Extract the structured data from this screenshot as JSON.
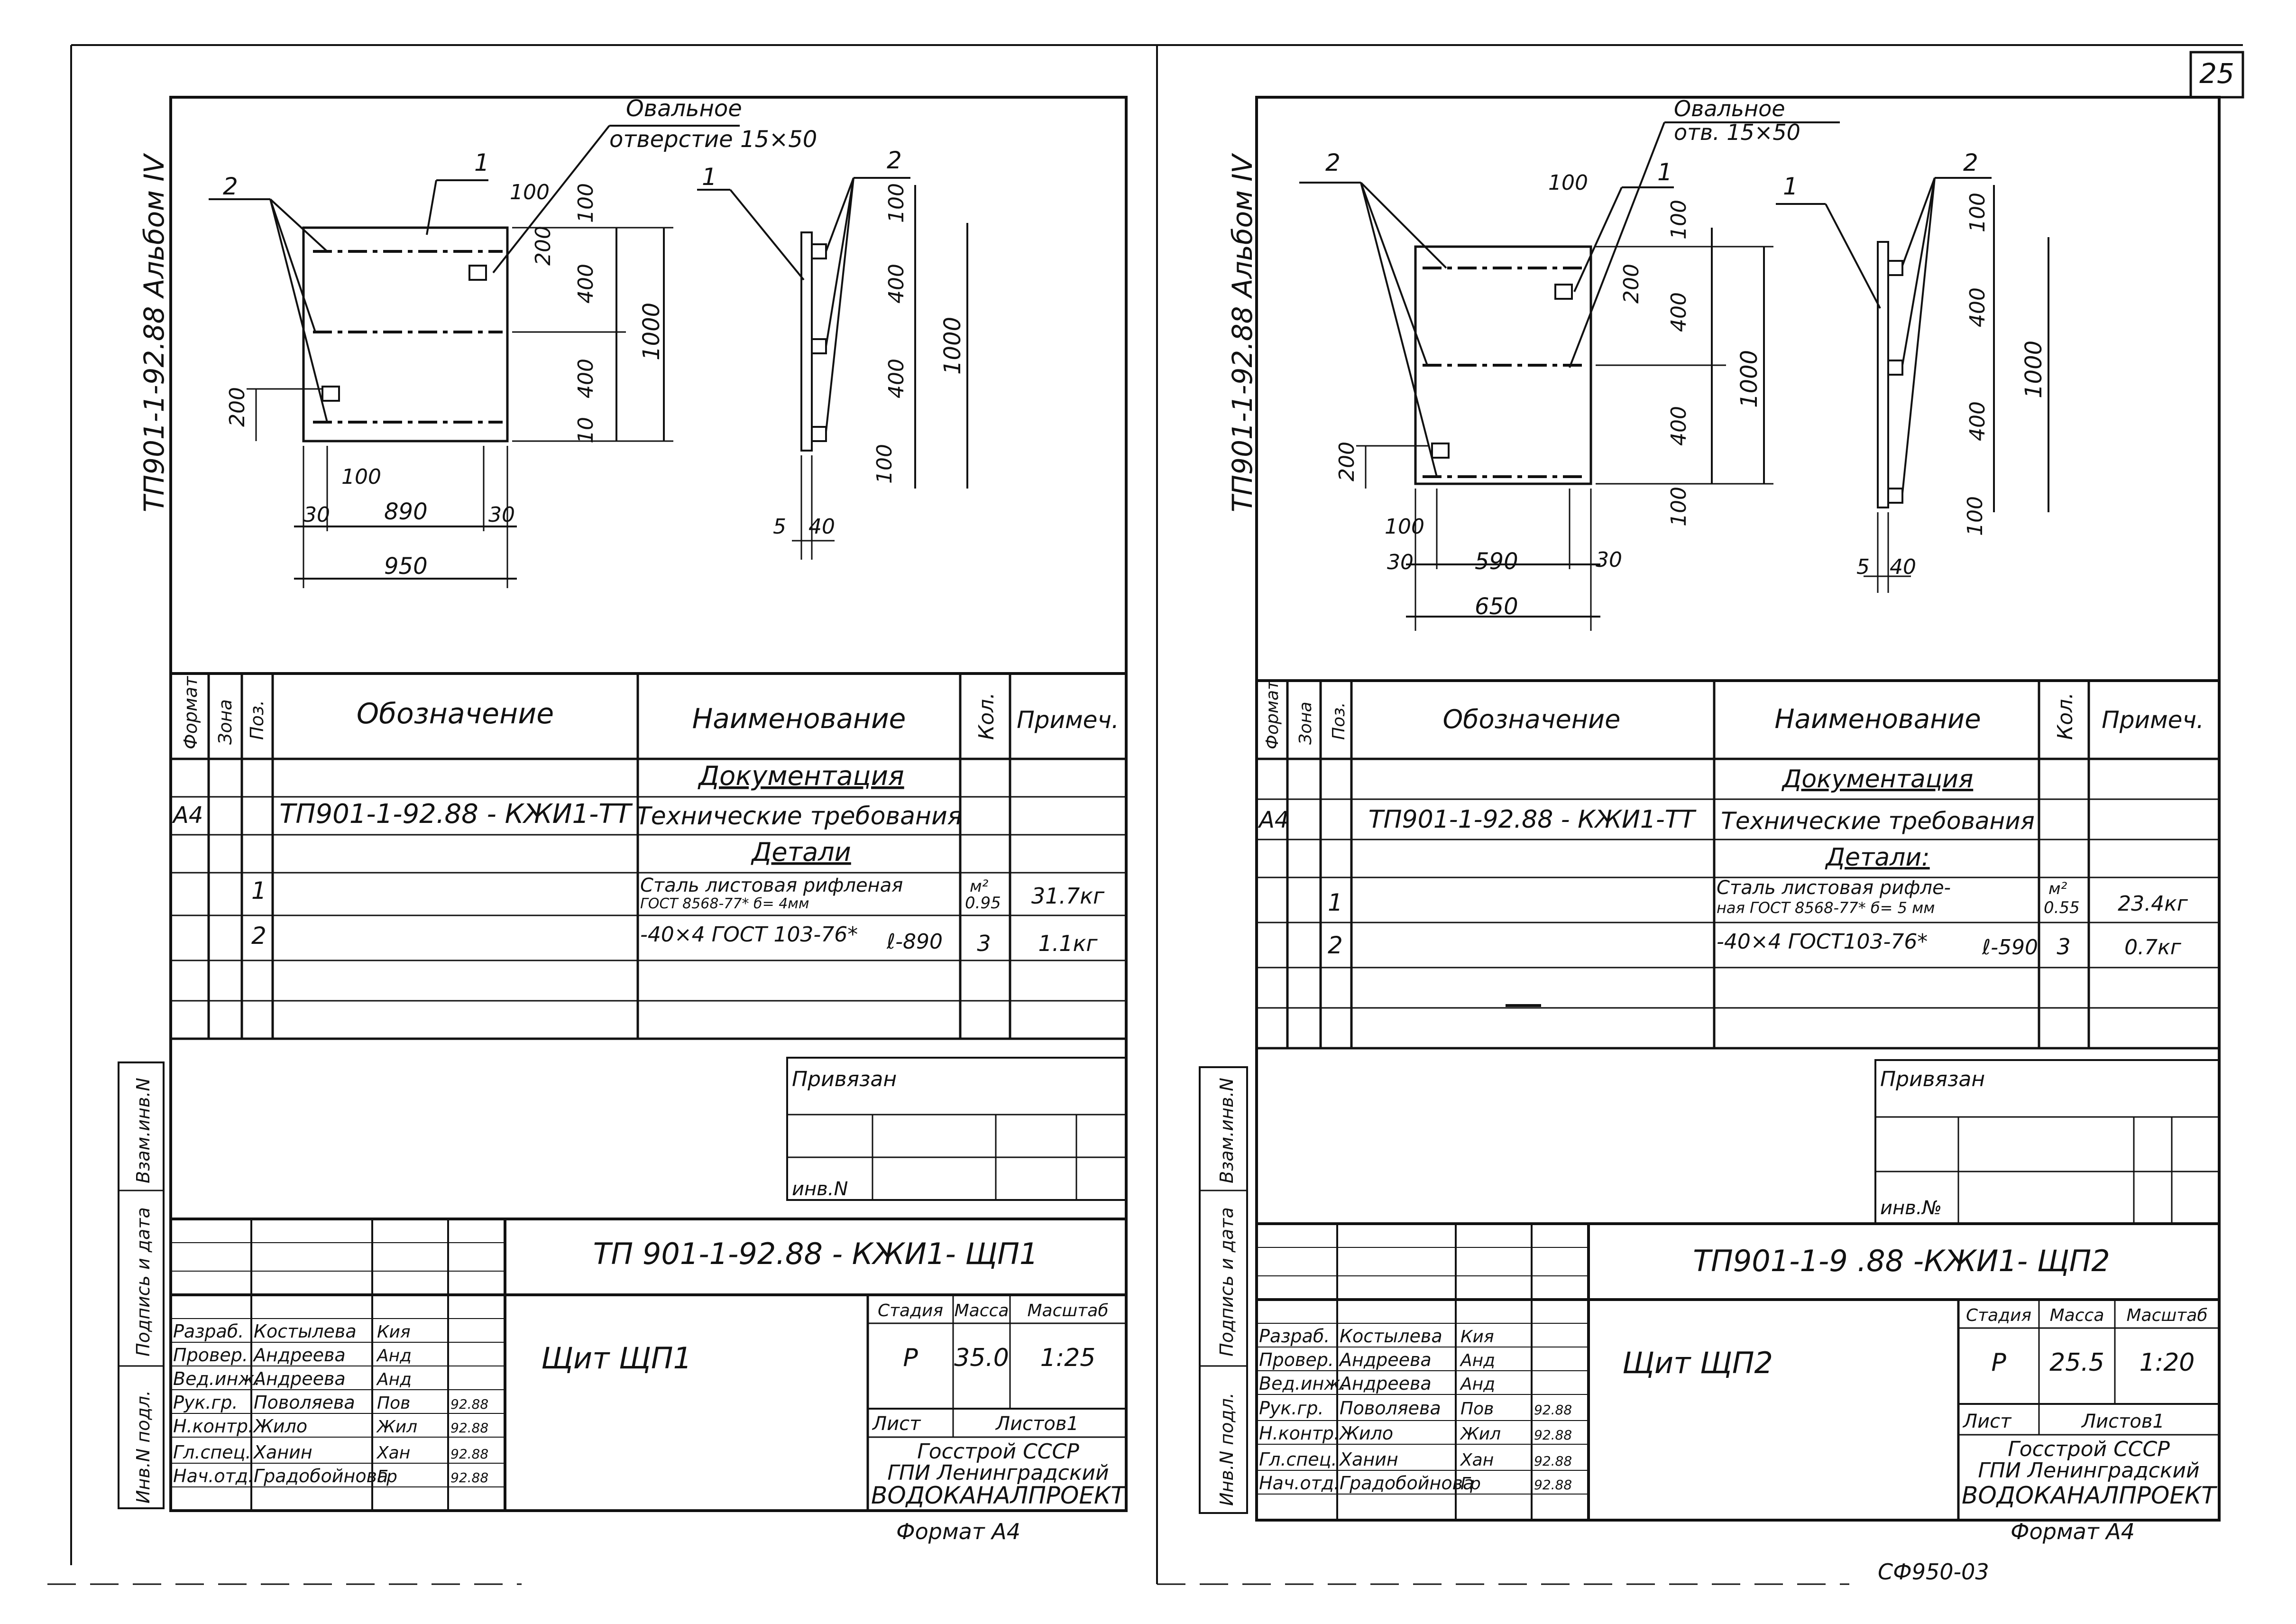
{
  "page_number": "25",
  "bottom_code": "СФ950-03",
  "sheets": [
    {
      "album_label": "ТП901-1-92.88 Альбом IV",
      "drawing": {
        "hole_note_1": "Овальное",
        "hole_note_2": "отверстие 15×50",
        "pos_1": "1",
        "pos_2": "2",
        "dims": {
          "d100a": "100",
          "d100b": "100",
          "d200": "200",
          "d400a": "400",
          "d400b": "400",
          "d1000": "1000",
          "d10": "10",
          "d200side": "200",
          "d100bottom": "100",
          "d30a": "30",
          "d890": "890",
          "d30b": "30",
          "d950": "950",
          "s100a": "100",
          "s400a": "400",
          "s400b": "400",
          "s1000": "1000",
          "s100b": "100",
          "s5": "5",
          "s40": "40"
        }
      },
      "spec": {
        "headers": {
          "format": "Формат",
          "zone": "Зона",
          "pos": "Поз.",
          "designation": "Обозначение",
          "name": "Наименование",
          "qty": "Кол.",
          "note": "Примеч."
        },
        "section_docs": "Документация",
        "row_doc": {
          "format": "А4",
          "designation": "ТП901-1-92.88 - КЖИ1-ТТ",
          "name": "Технические требования"
        },
        "section_parts": "Детали",
        "row1": {
          "pos": "1",
          "name1": "Сталь листовая рифленая",
          "name2": "ГОСТ 8568-77*   б= 4мм",
          "qty1": "м²",
          "qty2": "0.95",
          "note": "31.7кг"
        },
        "row2": {
          "pos": "2",
          "name": "-40×4 ГОСТ 103-76*",
          "length": "ℓ-890",
          "qty": "3",
          "note": "1.1кг"
        }
      },
      "stamp": {
        "tied": "Привязан",
        "inv": "инв.N",
        "side_labels": [
          "Инв.N подл.",
          "Подпись и дата",
          "Взам.инв.N"
        ],
        "doc_code": "ТП 901-1-92.88 - КЖИ1- ЩП1",
        "title": "Щит  ЩП1",
        "col_stage": "Стадия",
        "col_mass": "Масса",
        "col_scale": "Масштаб",
        "stage": "Р",
        "mass": "35.0",
        "scale": "1:25",
        "sheet": "Лист",
        "sheets": "Листов1",
        "org1": "Госстрой СССР",
        "org2": "ГПИ Ленинградский",
        "org3": "ВОДОКАНАЛПРОЕКТ",
        "people": [
          {
            "role": "Разраб.",
            "name": "Костылева",
            "sign": "Кия",
            "date": ""
          },
          {
            "role": "Провер.",
            "name": "Андреева",
            "sign": "Анд",
            "date": ""
          },
          {
            "role": "Вед.инж.",
            "name": "Андреева",
            "sign": "Анд",
            "date": ""
          },
          {
            "role": "Рук.гр.",
            "name": "Поволяева",
            "sign": "Пов",
            "date": "92.88"
          },
          {
            "role": "Н.контр.",
            "name": "Жило",
            "sign": "Жил",
            "date": "92.88"
          },
          {
            "role": "Гл.спец.",
            "name": "Ханин",
            "sign": "Хан",
            "date": "92.88"
          },
          {
            "role": "Нач.отд.",
            "name": "Градобойнова",
            "sign": "Гр",
            "date": "92.88"
          }
        ]
      },
      "format": "Формат А4"
    },
    {
      "album_label": "ТП901-1-92.88 Альбом IV",
      "drawing": {
        "hole_note_1": "Овальное",
        "hole_note_2": "отв. 15×50",
        "pos_1": "1",
        "pos_2": "2",
        "dims": {
          "d100a": "100",
          "d100b": "100",
          "d200": "200",
          "d400a": "400",
          "d400b": "400",
          "d1000": "1000",
          "d10": "100",
          "d200side": "200",
          "d100bottom": "100",
          "d30a": "30",
          "d890": "590",
          "d30b": "30",
          "d950": "650",
          "s100a": "100",
          "s400a": "400",
          "s400b": "400",
          "s1000": "1000",
          "s100b": "100",
          "s5": "5",
          "s40": "40"
        }
      },
      "spec": {
        "headers": {
          "format": "Формат",
          "zone": "Зона",
          "pos": "Поз.",
          "designation": "Обозначение",
          "name": "Наименование",
          "qty": "Кол.",
          "note": "Примеч."
        },
        "section_docs": "Документация",
        "row_doc": {
          "format": "А4",
          "designation": "ТП901-1-92.88 - КЖИ1-ТТ",
          "name": "Технические требования"
        },
        "section_parts": "Детали:",
        "row1": {
          "pos": "1",
          "name1": "Сталь листовая рифле-",
          "name2": "ная ГОСТ 8568-77*  б= 5 мм",
          "qty1": "м²",
          "qty2": "0.55",
          "note": "23.4кг"
        },
        "row2": {
          "pos": "2",
          "name": "-40×4 ГОСТ103-76*",
          "length": "ℓ-590",
          "qty": "3",
          "note": "0.7кг"
        }
      },
      "stamp": {
        "tied": "Привязан",
        "inv": "инв.№",
        "side_labels": [
          "Инв.N подл.",
          "Подпись и дата",
          "Взам.инв.N"
        ],
        "doc_code": "ТП901-1-9 .88 -КЖИ1- ЩП2",
        "title": "Щит  ЩП2",
        "col_stage": "Стадия",
        "col_mass": "Масса",
        "col_scale": "Масштаб",
        "stage": "Р",
        "mass": "25.5",
        "scale": "1:20",
        "sheet": "Лист",
        "sheets": "Листов1",
        "org1": "Госстрой СССР",
        "org2": "ГПИ Ленинградский",
        "org3": "ВОДОКАНАЛПРОЕКТ",
        "people": [
          {
            "role": "Разраб.",
            "name": "Костылева",
            "sign": "Кия",
            "date": ""
          },
          {
            "role": "Провер.",
            "name": "Андреева",
            "sign": "Анд",
            "date": ""
          },
          {
            "role": "Вед.инж.",
            "name": "Андреева",
            "sign": "Анд",
            "date": ""
          },
          {
            "role": "Рук.гр.",
            "name": "Поволяева",
            "sign": "Пов",
            "date": "92.88"
          },
          {
            "role": "Н.контр.",
            "name": "Жило",
            "sign": "Жил",
            "date": "92.88"
          },
          {
            "role": "Гл.спец.",
            "name": "Ханин",
            "sign": "Хан",
            "date": "92.88"
          },
          {
            "role": "Нач.отд.",
            "name": "Градобойнова",
            "sign": "Гр",
            "date": "92.88"
          }
        ]
      },
      "format": "Формат А4"
    }
  ]
}
